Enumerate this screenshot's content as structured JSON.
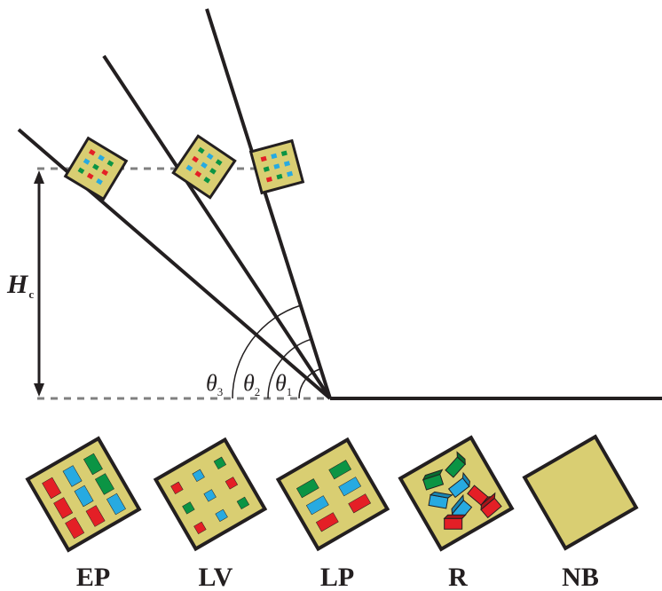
{
  "diagram": {
    "height_label": "H",
    "height_label_sub": "c",
    "angle_labels": [
      {
        "symbol": "θ",
        "sub": "1"
      },
      {
        "symbol": "θ",
        "sub": "2"
      },
      {
        "symbol": "θ",
        "sub": "3"
      }
    ],
    "categories": [
      {
        "code": "EP"
      },
      {
        "code": "LV"
      },
      {
        "code": "LP"
      },
      {
        "code": "R"
      },
      {
        "code": "NB"
      }
    ],
    "colors": {
      "line": "#231f20",
      "block": "#d9ce72",
      "dash": "#808080",
      "red": "#e41f26",
      "blue": "#27aae1",
      "green": "#0b9444"
    }
  }
}
